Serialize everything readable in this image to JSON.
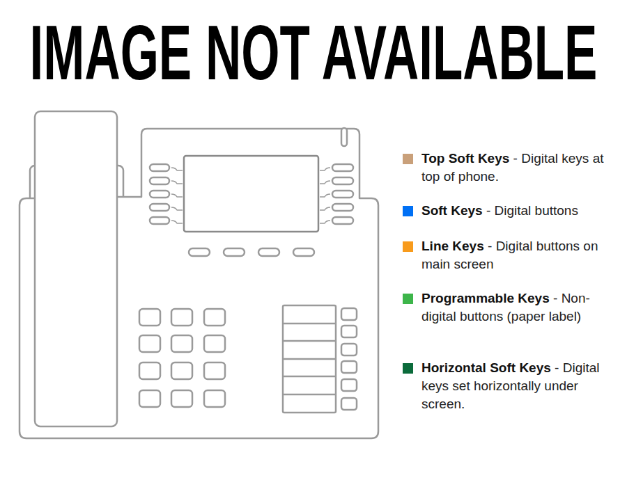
{
  "diagram": {
    "title": "IMAGE NOT AVAILABLE",
    "legend": [
      {
        "text": "Top Soft Keys - Digital keys at top of phone.",
        "color": "#C9A07A"
      },
      {
        "text": "Soft Keys - Digital buttons",
        "color": "#0070F5"
      },
      {
        "text": "Line Keys - Digital buttons on main screen",
        "color": "#F89B1C"
      },
      {
        "text": "Programmable Keys - Non-digital buttons (paper label)",
        "color": "#3DB54A"
      },
      {
        "text": "Horizontal Soft Keys - Digital keys set horizontally under screen.",
        "color": "#0B6B3B"
      }
    ]
  }
}
